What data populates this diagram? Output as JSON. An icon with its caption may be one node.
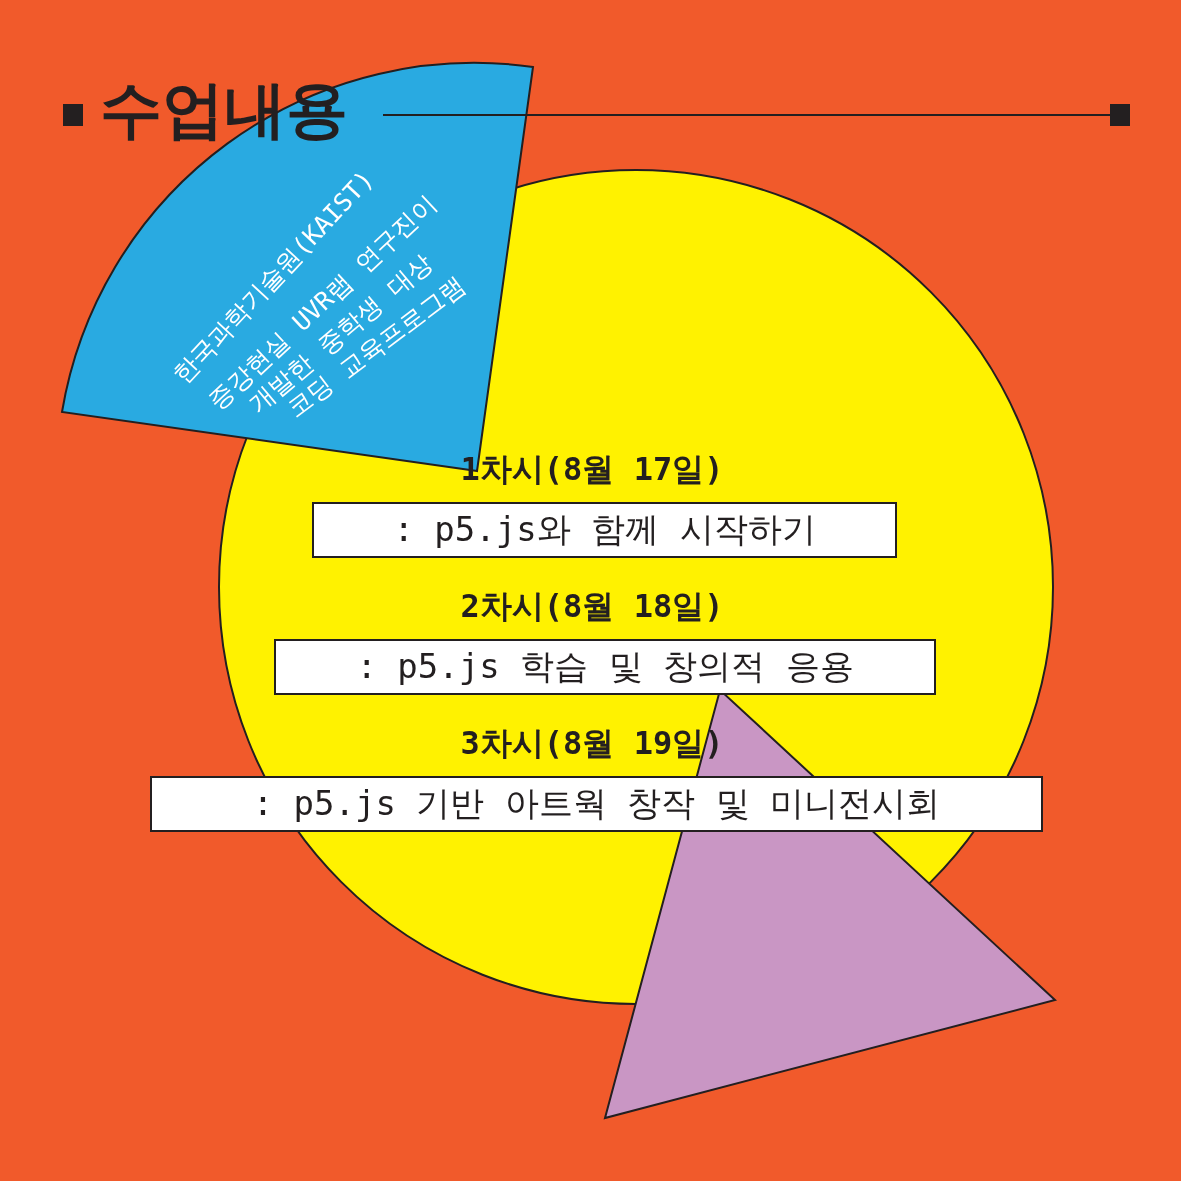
{
  "diagram": {
    "title": "수업내용",
    "nodes": [
      {
        "text": [
          ": p5.js와 함께 시작하기"
        ],
        "beside": [
          "1차시(8월 17일)"
        ]
      },
      {
        "text": [
          ": p5.js 학습 및 창의적 응용"
        ],
        "beside": [
          "2차시(8월 18일)"
        ]
      },
      {
        "text": [
          ": p5.js 기반 아트웍 창작 및 미니전시회"
        ],
        "beside": [
          "3차시(8월 19일)"
        ]
      }
    ],
    "labels": [
      "한국과학기술원(KAIST)",
      "증강현실 UVR랩 연구진이",
      "개발한 중학생 대상",
      "코딩 교육프로그램"
    ]
  }
}
